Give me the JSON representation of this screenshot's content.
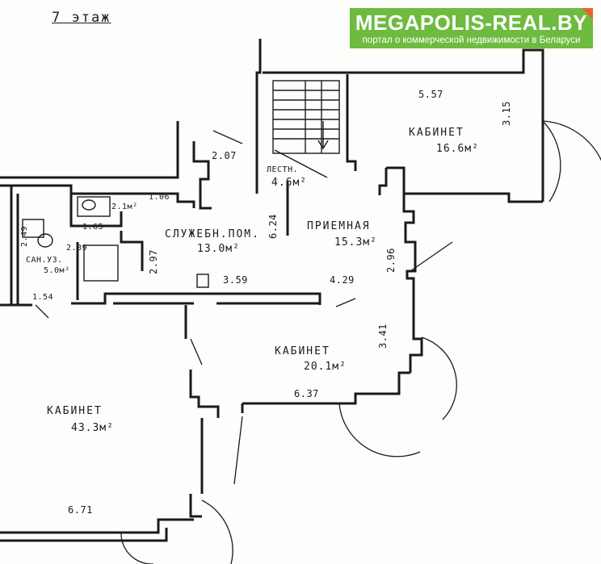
{
  "floor_title": "7 этаж",
  "banner": {
    "title": "MEGAPOLIS-REAL.BY",
    "subtitle": "портал о коммерческой недвижимости в Беларуси",
    "colors": {
      "background": "#6dbb3f",
      "text": "#ffffff",
      "corner": "#e8632b"
    }
  },
  "rooms": {
    "office_top_right": {
      "name": "КАБИНЕТ",
      "area": "16.6м²"
    },
    "stairs": {
      "name": "ЛЕСТН.",
      "area": "4.6м²"
    },
    "service_room": {
      "name": "СЛУЖЕБН.ПОМ.",
      "area": "13.0м²"
    },
    "reception": {
      "name": "ПРИЕМНАЯ",
      "area": "15.3м²"
    },
    "wc_small": {
      "area": "2.1м²"
    },
    "bathroom": {
      "name": "САН.УЗ.",
      "area": "5.0м²"
    },
    "office_middle": {
      "name": "КАБИНЕТ",
      "area": "20.1м²"
    },
    "office_large": {
      "name": "КАБИНЕТ",
      "area": "43.3м²"
    }
  },
  "dimensions": {
    "d_5_57": "5.57",
    "d_3_15": "3.15",
    "d_2_07": "2.07",
    "d_1_06": "1.06",
    "d_1_65": "1.65",
    "d_2_49": "2.49",
    "d_2_89": "2.89",
    "d_2_97": "2.97",
    "d_6_24": "6.24",
    "d_2_96": "2.96",
    "d_3_59": "3.59",
    "d_4_29": "4.29",
    "d_1_54": "1.54",
    "d_3_41": "3.41",
    "d_6_37": "6.37",
    "d_6_71": "6.71"
  }
}
